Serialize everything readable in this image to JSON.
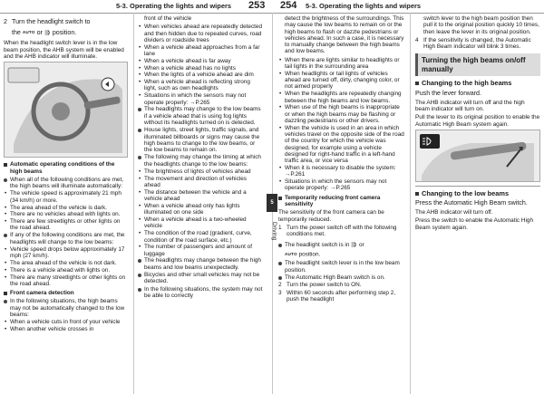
{
  "header": {
    "left_section": "5-3. Operating the lights and wipers",
    "left_page": "253",
    "right_page": "254",
    "right_section": "5-3. Operating the lights and wipers"
  },
  "side_tab": {
    "number": "5",
    "label": "Driving"
  },
  "col1": {
    "step2_num": "2",
    "step2_text": "Turn the headlight switch to",
    "step2_line2_pre": "the",
    "auto_icon": "AUTO",
    "step2_line2_mid": "or",
    "step2_line2_post": "position.",
    "para1": "When the headlight switch lever is in the low beam position, the AHB system will be enabled and the AHB indicator will illuminate.",
    "sec1_title": "Automatic operating conditions of the high beams",
    "sec1_intro": "When all of the following conditions are met, the high beams will illuminate automatically:",
    "sec1_list1": [
      "The vehicle speed is approximately 21 mph (34 km/h) or more.",
      "The area ahead of the vehicle is dark.",
      "There are no vehicles ahead with lights on.",
      "There are few streetlights or other lights on the road ahead."
    ],
    "sec1_intro2": "If any of the following conditions are met, the headlights will change to the low beams:",
    "sec1_list2": [
      "Vehicle speed drops below approximately 17 mph (27 km/h).",
      "The area ahead of the vehicle is not dark.",
      "There is a vehicle ahead with lights on.",
      "There are many streetlights or other lights on the road ahead."
    ],
    "sec2_title": "Front camera detection",
    "sec2_intro": "In the following situations, the high beams may not be automatically changed to the low beams:",
    "sec2_list": [
      "When a vehicle cuts in front of your vehicle",
      "When another vehicle crosses in"
    ]
  },
  "col2": {
    "cont": "front of the vehicle",
    "list1": [
      "When vehicles ahead are repeatedly detected and then hidden due to repeated curves, road dividers or roadside trees",
      "When a vehicle ahead approaches from a far lane",
      "When a vehicle ahead is far away",
      "When a vehicle ahead has no lights",
      "When the lights of a vehicle ahead are dim",
      "When a vehicle ahead is reflecting strong light, such as own headlights",
      "Situations in which the sensors may not operate properly: →P.265"
    ],
    "para_hb": "The headlights may change to the low beams if a vehicle ahead that is using fog lights without its headlights turned on is detected.",
    "para_house": "House lights, street lights, traffic signals, and illuminated billboards or signs may cause the high beams to change to the low beams, or the low beams to remain on.",
    "para_fact": "The following may change the timing at which the headlights change to the low beams:",
    "list2": [
      "The brightness of lights of vehicles ahead",
      "The movement and direction of vehicles ahead",
      "The distance between the vehicle and a vehicle ahead",
      "When a vehicle ahead only has lights illuminated on one side",
      "When a vehicle ahead is a two-wheeled vehicle",
      "The condition of the road (gradient, curve, condition of the road surface, etc.)",
      "The number of passengers and amount of luggage"
    ],
    "para_unexp": "The headlights may change between the high beams and low beams unexpectedly.",
    "para_bikes": "Bicycles and other small vehicles may not be detected.",
    "para_sys": "In the following situations, the system may not be able to correctly"
  },
  "col3": {
    "list1": [
      "detect the brightness of the surroundings. This may cause the low beams to remain on or the high beams to flash or dazzle pedestrians or vehicles ahead. In such a case, it is necessary to manually change between the high beams and low beams.",
      "When there are lights similar to headlights or tail lights in the surrounding area",
      "When headlights or tail lights of vehicles ahead are turned off, dirty, changing color, or not aimed properly",
      "When the headlights are repeatedly changing between the high beams and low beams.",
      "When use of the high beams is inappropriate or when the high beams may be flashing or dazzling pedestrians or other drivers.",
      "When the vehicle is used in an area in which vehicles travel on the opposite side of the road of the country for which the vehicle was designed, for example using a vehicle designed for right-hand traffic in a left-hand traffic area, or vice versa",
      "When it is necessary to disable the system: →P.261",
      "Situations in which the sensors may not operate properly: →P.265"
    ],
    "temp_title": "Temporarily reducing front camera sensitivity",
    "temp_intro": "The sensitivity of the front camera can be temporarily reduced.",
    "step1_num": "1",
    "step1": "Turn the power switch off with the following conditions met.",
    "cond1": "The headlight switch is in",
    "cond1_or": "or",
    "cond1_post": "position.",
    "cond2": "The headlight switch lever is in the low beam position.",
    "cond3": "The Automatic High Beam switch is on.",
    "step2_num": "2",
    "step2": "Turn the power switch to ON.",
    "step3_num": "3",
    "step3": "Within 60 seconds after performing step 2, push the headlight"
  },
  "col4": {
    "cont": "switch lever to the high beam position then pull it to the original position quickly 10 times, then leave the lever in its original position.",
    "step4_num": "4",
    "step4": "If the sensitivity is changed, the Automatic High Beam indicator will blink 3 times.",
    "heading": "Turning the high beams on/off manually",
    "sub1": "Changing to the high beams",
    "sub1_p1": "Push the lever forward.",
    "sub1_p2": "The AHB indicator will turn off and the high beam indicator will turn on.",
    "sub1_p3": "Pull the lever to its original position to enable the Automatic High Beam system again.",
    "sub2": "Changing to the low beams",
    "sub2_p1": "Press the Automatic High Beam switch.",
    "sub2_p2": "The AHB indicator will turn off.",
    "sub2_p3": "Press the switch to enable the Automatic High Beam system again."
  }
}
